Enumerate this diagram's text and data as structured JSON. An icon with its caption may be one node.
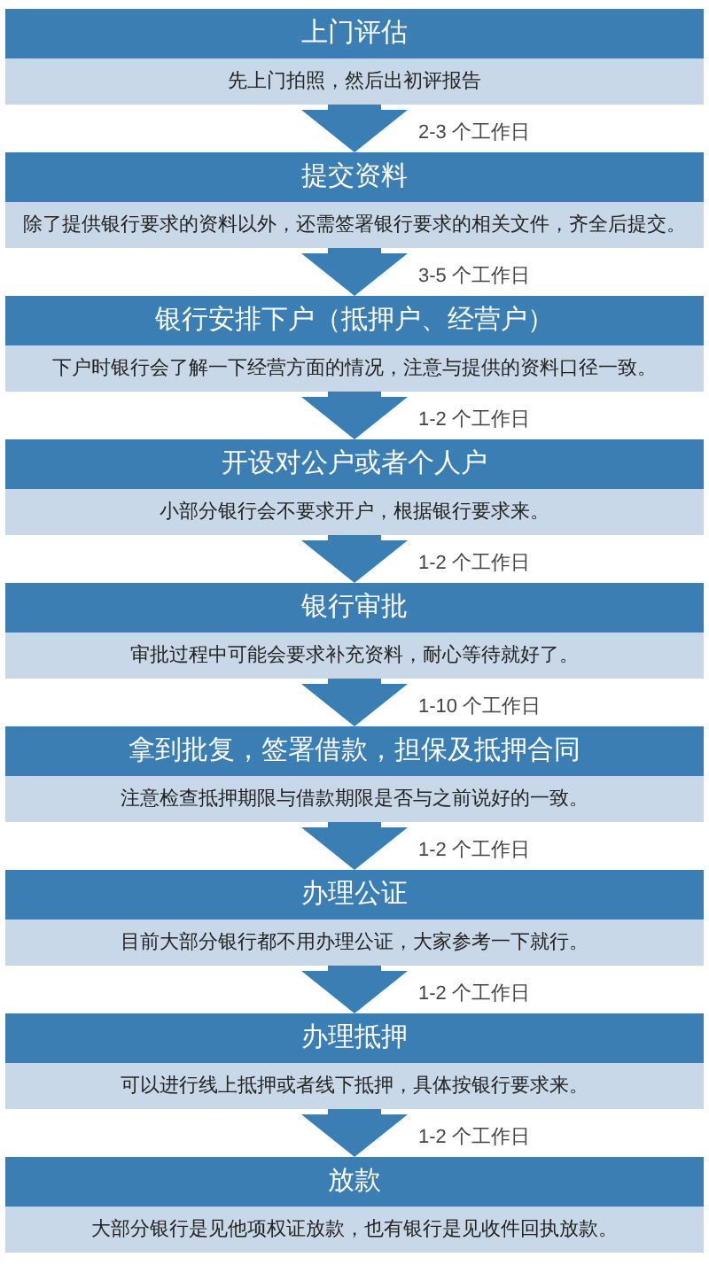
{
  "diagram": {
    "nodes": [
      {
        "text": [
          "上门评估",
          "先上门拍照，然后出初评报告"
        ]
      },
      {
        "text": [
          "提交资料",
          "除了提供银行要求的资料以外，还需签署银行要求的相关文件，齐全后提交。"
        ]
      },
      {
        "text": [
          "银行安排下户（抵押户、经营户）",
          "下户时银行会了解一下经营方面的情况，注意与提供的资料口径一致。"
        ]
      },
      {
        "text": [
          "开设对公户或者个人户",
          "小部分银行会不要求开户，根据银行要求来。"
        ]
      },
      {
        "text": [
          "银行审批",
          "审批过程中可能会要求补充资料，耐心等待就好了。"
        ]
      },
      {
        "text": [
          "拿到批复，签署借款，担保及抵押合同",
          "注意检查抵押期限与借款期限是否与之前说好的一致。"
        ]
      },
      {
        "text": [
          "办理公证",
          "目前大部分银行都不用办理公证，大家参考一下就行。"
        ]
      },
      {
        "text": [
          "办理抵押",
          "可以进行线上抵押或者线下抵押，具体按银行要求来。"
        ]
      },
      {
        "text": [
          "放款",
          "大部分银行是见他项权证放款，也有银行是见收件回执放款。"
        ]
      }
    ],
    "edges": [
      {
        "from": 0,
        "to": 1,
        "arrow": "to",
        "label": "2-3 个工作日"
      },
      {
        "from": 1,
        "to": 2,
        "arrow": "to",
        "label": "3-5 个工作日"
      },
      {
        "from": 2,
        "to": 3,
        "arrow": "to",
        "label": "1-2 个工作日"
      },
      {
        "from": 3,
        "to": 4,
        "arrow": "to",
        "label": "1-2 个工作日"
      },
      {
        "from": 4,
        "to": 5,
        "arrow": "to",
        "label": "1-10 个工作日"
      },
      {
        "from": 5,
        "to": 6,
        "arrow": "to",
        "label": "1-2 个工作日"
      },
      {
        "from": 6,
        "to": 7,
        "arrow": "to",
        "label": "1-2 个工作日"
      },
      {
        "from": 7,
        "to": 8,
        "arrow": "to",
        "label": "1-2 个工作日"
      }
    ]
  }
}
